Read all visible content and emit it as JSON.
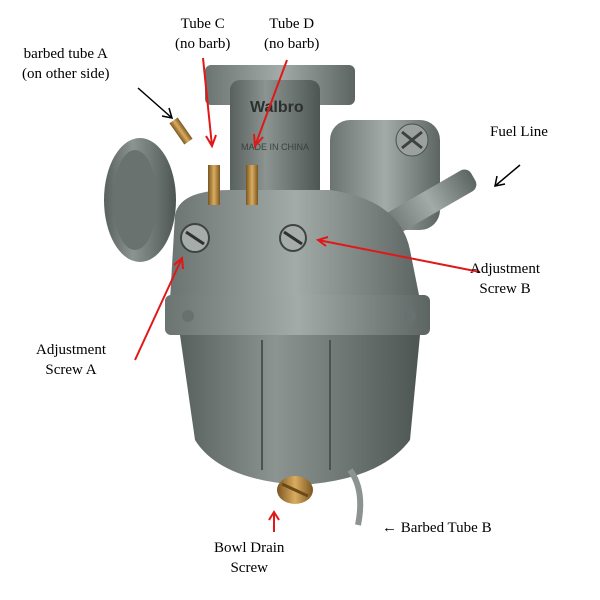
{
  "photo": {
    "subject": "carburetor",
    "embossed_brand": "Walbro",
    "embossed_origin": "MADE IN CHINA"
  },
  "labels": {
    "barbed_tube_a": [
      "barbed tube A",
      "(on other side)"
    ],
    "tube_c": [
      "Tube C",
      "(no barb)"
    ],
    "tube_d": [
      "Tube D",
      "(no barb)"
    ],
    "fuel_line": [
      "Fuel Line"
    ],
    "screw_b": [
      "Adjustment",
      "Screw B"
    ],
    "screw_a": [
      "Adjustment",
      "Screw A"
    ],
    "bowl_drain": [
      "Bowl Drain",
      "Screw"
    ],
    "barbed_tube_b": [
      "←  Barbed Tube B"
    ]
  },
  "colors": {
    "arrow_red": "#e01818",
    "arrow_black": "#000000",
    "metal": "#8a9290",
    "metal_dark": "#4f5756",
    "brass": "#b88a3c"
  }
}
